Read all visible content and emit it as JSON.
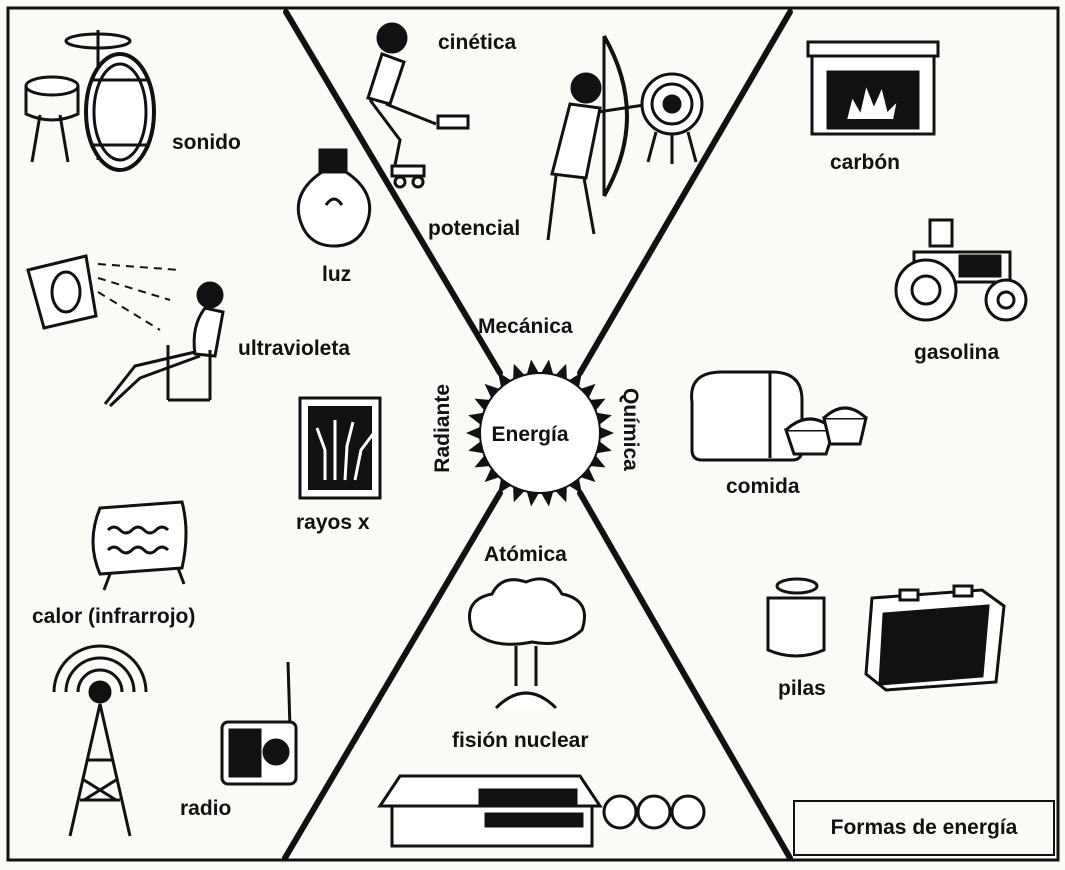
{
  "center": {
    "label": "Energía"
  },
  "sectors": {
    "top": "Mecánica",
    "left": "Radiante",
    "right": "Química",
    "bottom": "Atómica"
  },
  "examples": {
    "sonido": "sonido",
    "luz": "luz",
    "ultravioleta": "ultravioleta",
    "rayos_x": "rayos x",
    "calor": "calor (infrarrojo)",
    "radio": "radio",
    "cinetica": "cinética",
    "potencial": "potencial",
    "carbon": "carbón",
    "gasolina": "gasolina",
    "comida": "comida",
    "pilas": "pilas",
    "fision": "fisión nuclear"
  },
  "caption": "Formas de energía",
  "colors": {
    "ink": "#111111",
    "paper": "#fbfaf6"
  }
}
